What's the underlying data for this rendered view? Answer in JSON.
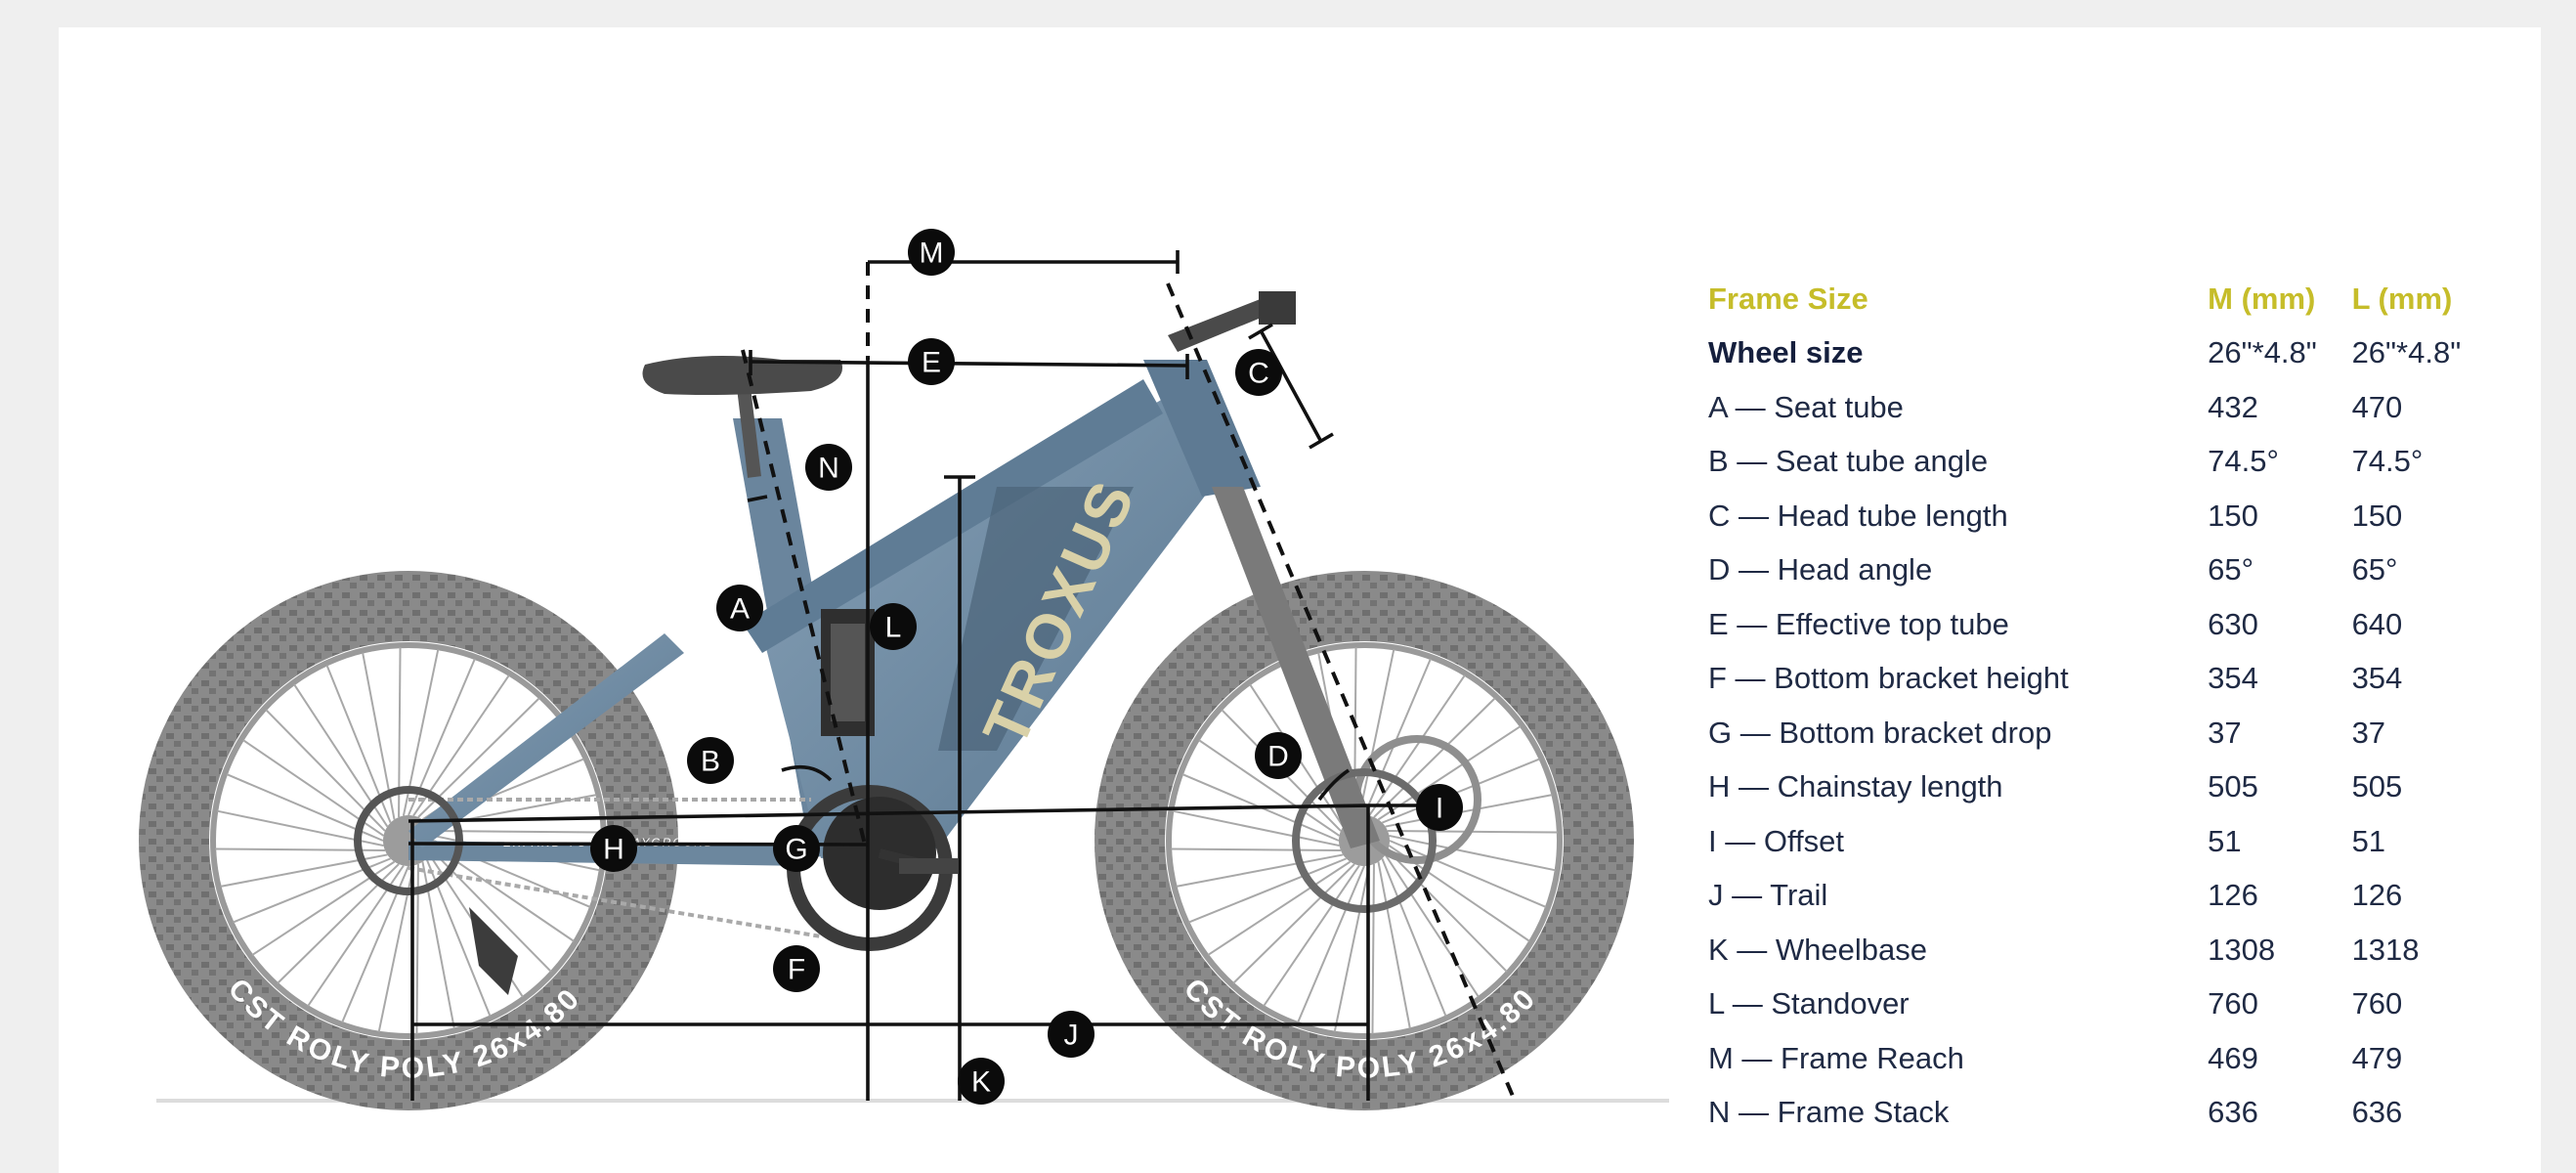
{
  "bike": {
    "brand_text": "TROXUS",
    "tire_text": "CST ROLY POLY 26x4.80",
    "frame_text": "EXPAND YOUR PLAYGROUND"
  },
  "labels": {
    "A": "A",
    "B": "B",
    "C": "C",
    "D": "D",
    "E": "E",
    "F": "F",
    "G": "G",
    "H": "H",
    "I": "I",
    "J": "J",
    "K": "K",
    "L": "L",
    "M": "M",
    "N": "N"
  },
  "table": {
    "header": [
      "Frame Size",
      "M (mm)",
      "L (mm)"
    ],
    "wheel": [
      "Wheel size",
      "26\"*4.8\"",
      "26\"*4.8\""
    ],
    "rows": [
      [
        "A — Seat tube",
        "432",
        "470"
      ],
      [
        "B — Seat tube angle",
        "74.5°",
        "74.5°"
      ],
      [
        "C — Head tube length",
        "150",
        "150"
      ],
      [
        "D — Head angle",
        "65°",
        "65°"
      ],
      [
        "E — Effective top tube",
        "630",
        "640"
      ],
      [
        "F — Bottom bracket height",
        "354",
        "354"
      ],
      [
        "G — Bottom bracket drop",
        "37",
        "37"
      ],
      [
        "H — Chainstay length",
        "505",
        "505"
      ],
      [
        "I — Offset",
        "51",
        "51"
      ],
      [
        "J — Trail",
        "126",
        "126"
      ],
      [
        "K — Wheelbase",
        "1308",
        "1318"
      ],
      [
        "L — Standover",
        "760",
        "760"
      ],
      [
        "M — Frame Reach",
        "469",
        "479"
      ],
      [
        "N — Frame Stack",
        "636",
        "636"
      ]
    ]
  },
  "colors": {
    "frame": "#6f8aa2",
    "header_text": "#c6bd2a",
    "body_text": "#1f2a44",
    "tire": "#7d7d7d"
  }
}
